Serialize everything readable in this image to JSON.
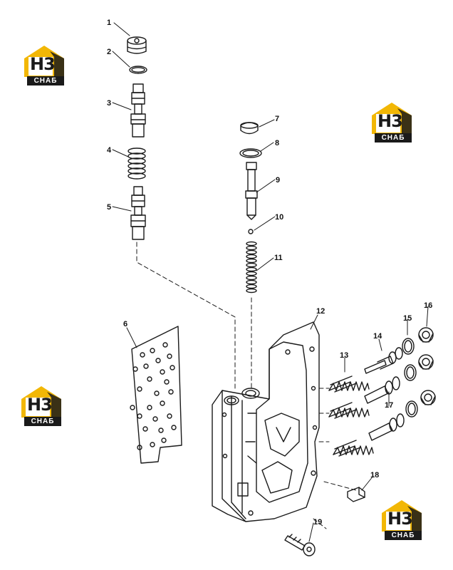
{
  "watermark": {
    "mark": "H3",
    "word": "CHAБ",
    "colors": {
      "yellow": "#f2b705",
      "dark": "#1a1a1a"
    }
  },
  "part_labels": [
    "1",
    "2",
    "3",
    "4",
    "5",
    "6",
    "7",
    "8",
    "9",
    "10",
    "11",
    "12",
    "13",
    "14",
    "15",
    "16",
    "17",
    "18",
    "19"
  ],
  "colors": {
    "line": "#1a1a1a",
    "background": "#ffffff"
  }
}
